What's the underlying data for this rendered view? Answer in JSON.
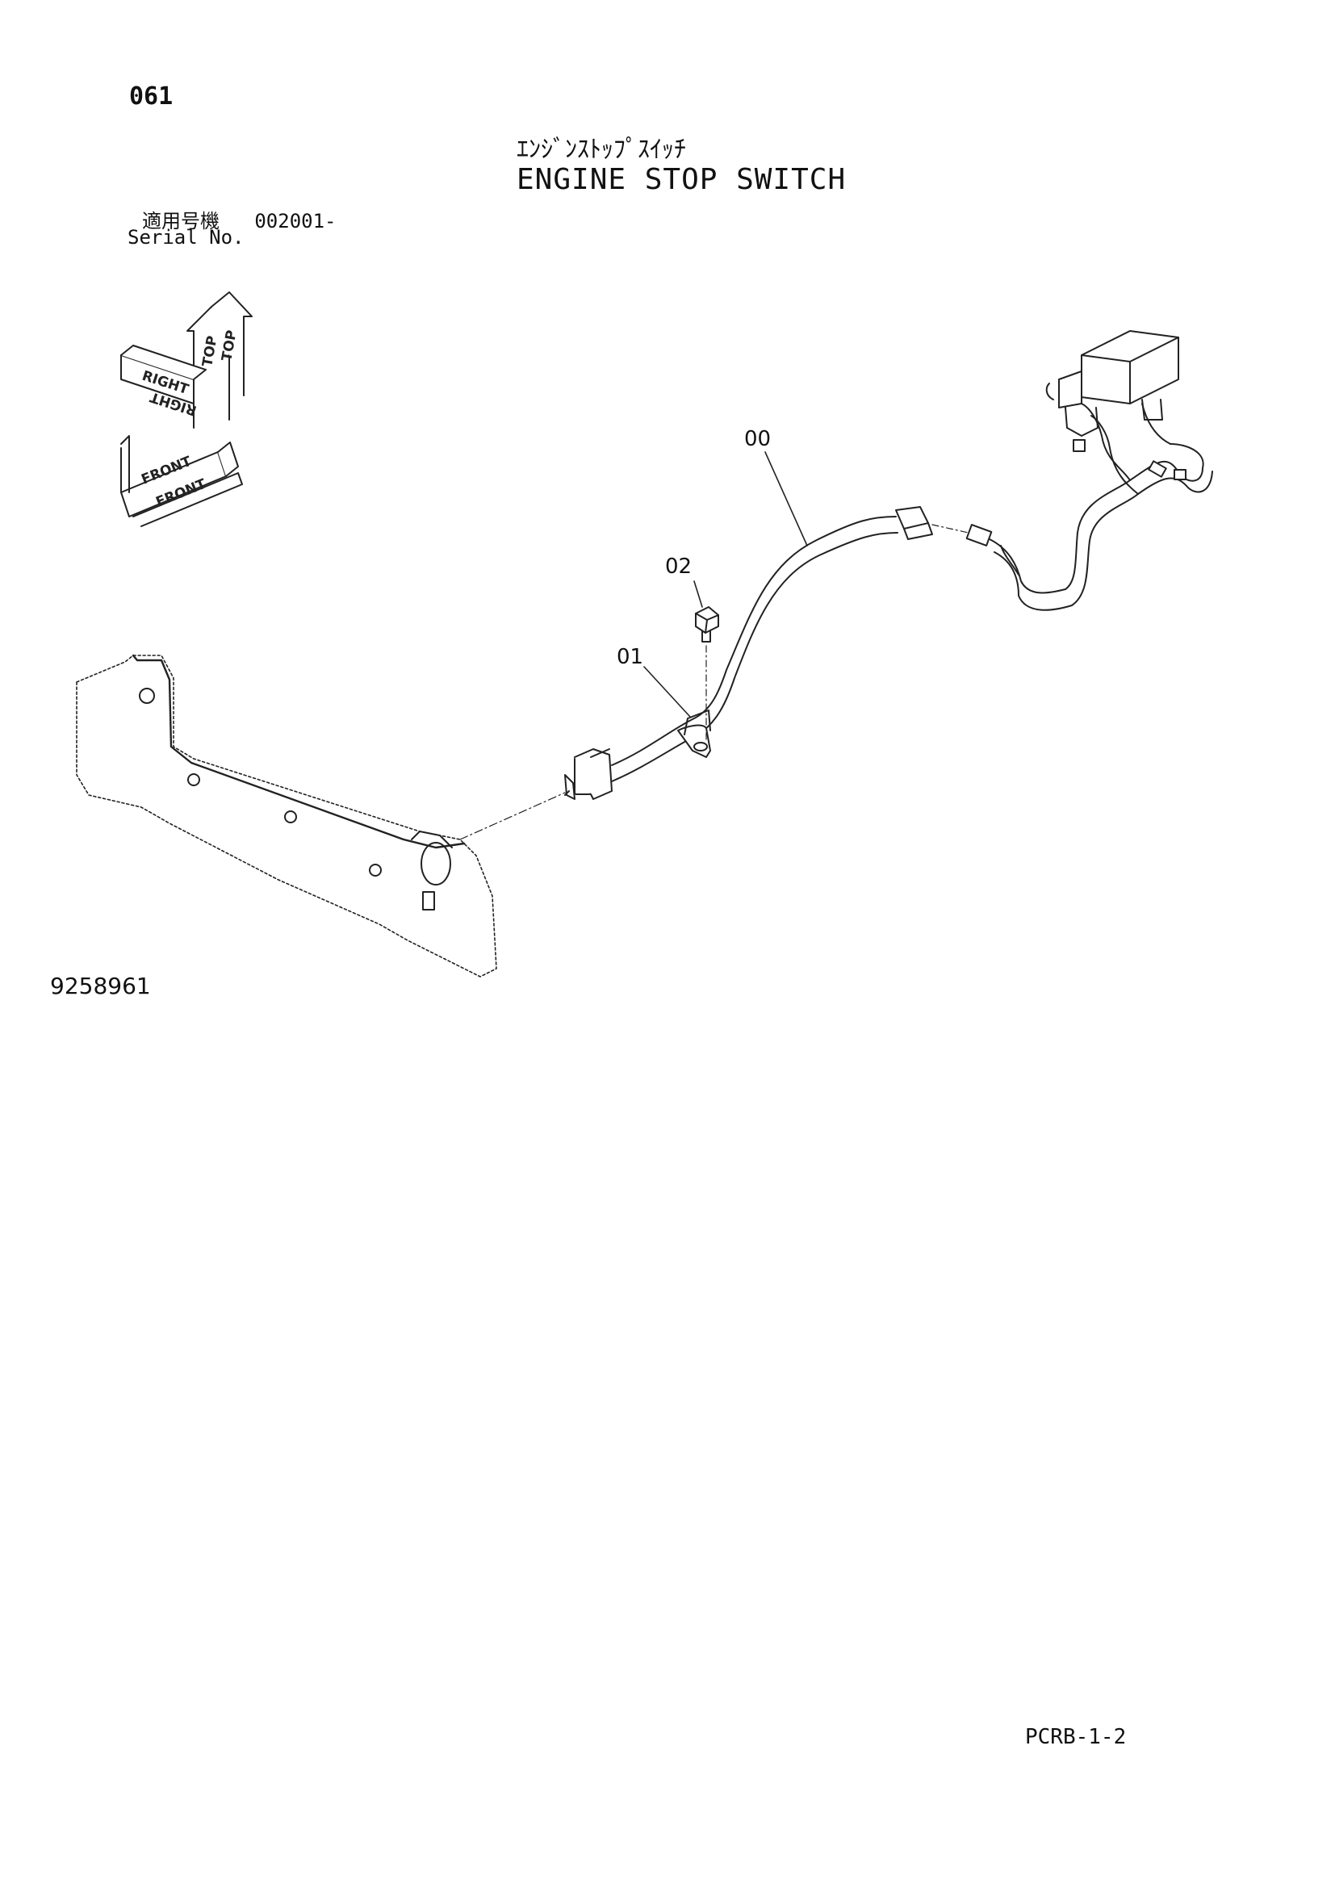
{
  "header": {
    "page_number": "061",
    "title_jp": "ｴﾝｼﾞﾝｽﾄｯﾌﾟｽｲｯﾁ",
    "title_en": "ENGINE STOP SWITCH",
    "serial_label_jp": "適用号機",
    "serial_value": "002001-",
    "serial_label_en": "Serial No."
  },
  "orientation": {
    "top": "TOP",
    "right": "RIGHT",
    "front": "FRONT"
  },
  "callouts": {
    "harness": "00",
    "clamp": "01",
    "bolt": "02"
  },
  "footer": {
    "image_number": "9258961",
    "page_code": "PCRB-1-2"
  },
  "colors": {
    "line": "#222222",
    "background": "#ffffff"
  }
}
